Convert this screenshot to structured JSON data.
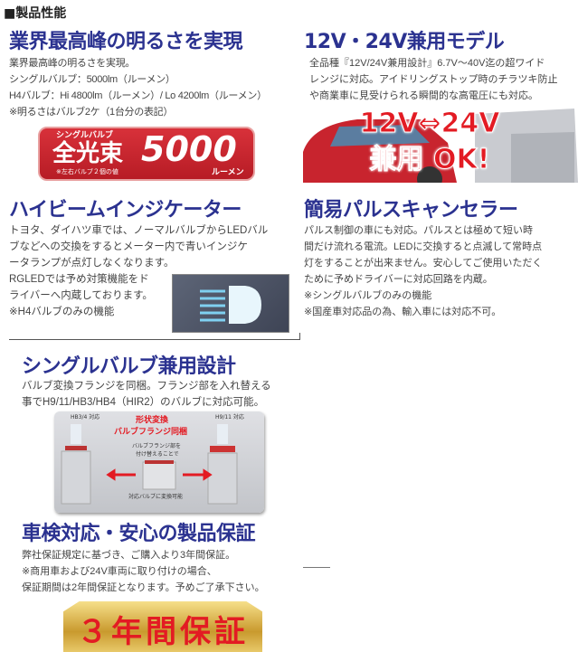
{
  "header": "■製品性能",
  "brightness": {
    "title": "業界最高峰の明るさを実現",
    "lines": [
      "業界最高峰の明るさを実現。",
      "シングルバルブ：5000lm（ルーメン）",
      "H4バルブ：Hi 4800lm（ルーメン）/ Lo 4200lm（ルーメン）",
      "※明るさはバルブ2ケ（1台分の表記）"
    ],
    "badge": {
      "small": "シングルバルブ",
      "big": "全光束",
      "number": "5000",
      "note": "※左右バルブ２個の値",
      "unit": "ルーメン"
    }
  },
  "voltage": {
    "title": "12V・24V兼用モデル",
    "lines": [
      "全品種『12V/24V兼用設計』6.7V〜40V迄の超ワイド",
      "レンジに対応。アイドリングストップ時のチラツキ防止",
      "や商業車に見受けられる瞬間的な高電圧にも対応。"
    ],
    "overlay1": "12V⇔24V",
    "overlay2": "兼用 OK!"
  },
  "indicator": {
    "title": "ハイビームインジケーター",
    "lines": [
      "トヨタ、ダイハツ車では、ノーマルバルブからLEDバル",
      "ブなどへの交換をするとメーター内で青いインジケ",
      "ータランプが点灯しなくなります。",
      "RGLEDでは予め対策機能をド",
      "ライバーへ内蔵しております。",
      "※H4バルブのみの機能"
    ]
  },
  "pulse": {
    "title": "簡易パルスキャンセラー",
    "lines": [
      "パルス制御の車にも対応。パルスとは極めて短い時",
      "間だけ流れる電流。LEDに交換すると点滅して常時点",
      "灯をすることが出来ません。安心してご使用いただく",
      "ために予めドライバーに対応回路を内蔵。",
      "※シングルバルブのみの機能",
      "※国産車対応品の為、輸入車には対応不可。"
    ]
  },
  "single": {
    "title": "シングルバルブ兼用設計",
    "lines": [
      "バルブ変換フランジを同梱。フランジ部を入れ替える",
      "事でH9/11/HB3/HB4（HIR2）のバルブに対応可能。"
    ],
    "image": {
      "left_label": "HB3/4 対応",
      "right_label": "H9/11 対応",
      "red1": "形状変換",
      "red2": "バルブフランジ同梱",
      "mid1": "バルブフランジ部を",
      "mid2": "付け替えることで",
      "bottom": "対応バルブに変換可能"
    }
  },
  "warranty": {
    "title": "車検対応・安心の製品保証",
    "lines": [
      "弊社保証規定に基づき、ご購入より3年間保証。",
      "※商用車および24V車両に取り付けの場合、",
      "保証期間は2年間保証となります。予めご了承下さい。"
    ],
    "badge": "３年間保証"
  }
}
